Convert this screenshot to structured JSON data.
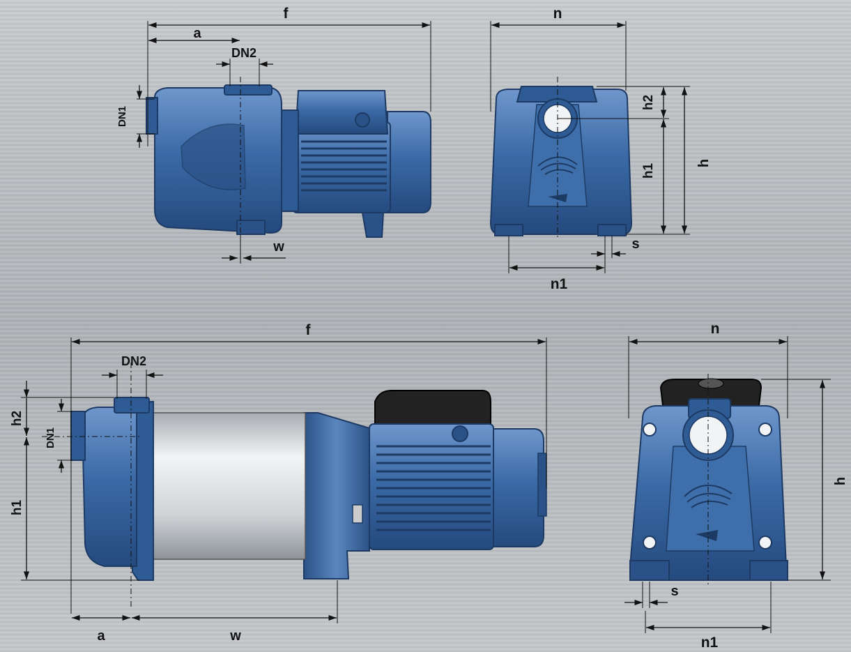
{
  "colors": {
    "background": "#b9bcc0",
    "pump_blue": "#3b6aa6",
    "pump_blue_dark": "#1c3a63",
    "pump_blue_light": "#6f97cc",
    "steel": "#d9dcdf",
    "motor_cover": "#222222",
    "line": "#111111"
  },
  "views": {
    "top_side": {
      "labels": {
        "f": "f",
        "a": "a",
        "dn2": "DN2",
        "dn1": "DN1",
        "w": "w"
      }
    },
    "top_front": {
      "labels": {
        "n": "n",
        "h2": "h2",
        "h1": "h1",
        "h": "h",
        "s": "s",
        "n1": "n1"
      }
    },
    "bottom_side": {
      "labels": {
        "f": "f",
        "dn2": "DN2",
        "h2": "h2",
        "dn1": "DN1",
        "h1": "h1",
        "a": "a",
        "w": "w"
      }
    },
    "bottom_front": {
      "labels": {
        "n": "n",
        "h": "h",
        "s": "s",
        "n1": "n1"
      }
    }
  }
}
